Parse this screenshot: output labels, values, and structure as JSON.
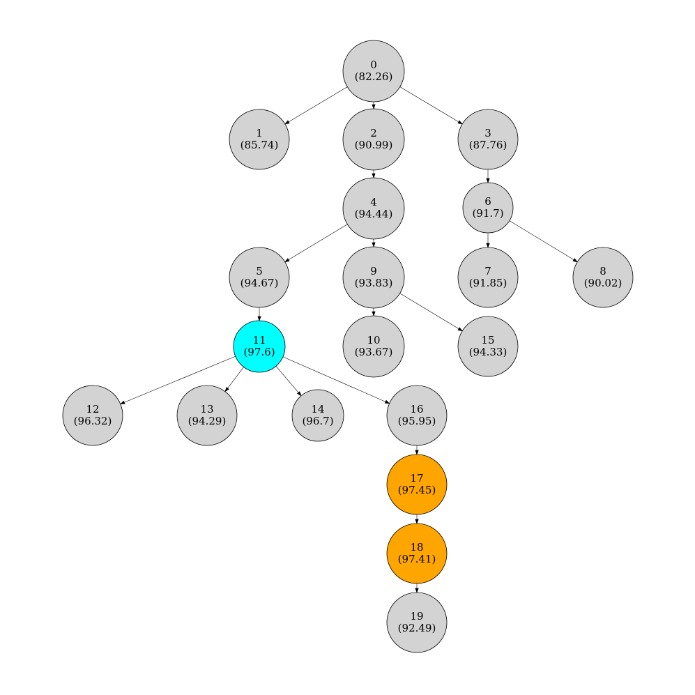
{
  "colors": {
    "default": "#d3d3d3",
    "highlight": "#00ffff",
    "path": "#ffa500"
  },
  "nodes": [
    {
      "id": "0",
      "value": "(82.26)",
      "color": "default"
    },
    {
      "id": "1",
      "value": "(85.74)",
      "color": "default"
    },
    {
      "id": "2",
      "value": "(90.99)",
      "color": "default"
    },
    {
      "id": "3",
      "value": "(87.76)",
      "color": "default"
    },
    {
      "id": "4",
      "value": "(94.44)",
      "color": "default"
    },
    {
      "id": "5",
      "value": "(94.67)",
      "color": "default"
    },
    {
      "id": "6",
      "value": "(91.7)",
      "color": "default"
    },
    {
      "id": "7",
      "value": "(91.85)",
      "color": "default"
    },
    {
      "id": "8",
      "value": "(90.02)",
      "color": "default"
    },
    {
      "id": "9",
      "value": "(93.83)",
      "color": "default"
    },
    {
      "id": "10",
      "value": "(93.67)",
      "color": "default"
    },
    {
      "id": "11",
      "value": "(97.6)",
      "color": "highlight"
    },
    {
      "id": "12",
      "value": "(96.32)",
      "color": "default"
    },
    {
      "id": "13",
      "value": "(94.29)",
      "color": "default"
    },
    {
      "id": "14",
      "value": "(96.7)",
      "color": "default"
    },
    {
      "id": "15",
      "value": "(94.33)",
      "color": "default"
    },
    {
      "id": "16",
      "value": "(95.95)",
      "color": "default"
    },
    {
      "id": "17",
      "value": "(97.45)",
      "color": "path"
    },
    {
      "id": "18",
      "value": "(97.41)",
      "color": "path"
    },
    {
      "id": "19",
      "value": "(92.49)",
      "color": "default"
    }
  ],
  "edges": [
    {
      "from": "0",
      "to": "1"
    },
    {
      "from": "0",
      "to": "2"
    },
    {
      "from": "0",
      "to": "3"
    },
    {
      "from": "2",
      "to": "4"
    },
    {
      "from": "3",
      "to": "6"
    },
    {
      "from": "4",
      "to": "5"
    },
    {
      "from": "4",
      "to": "9"
    },
    {
      "from": "6",
      "to": "7"
    },
    {
      "from": "6",
      "to": "8"
    },
    {
      "from": "5",
      "to": "11"
    },
    {
      "from": "9",
      "to": "10"
    },
    {
      "from": "9",
      "to": "15"
    },
    {
      "from": "11",
      "to": "12"
    },
    {
      "from": "11",
      "to": "13"
    },
    {
      "from": "11",
      "to": "14"
    },
    {
      "from": "11",
      "to": "16"
    },
    {
      "from": "16",
      "to": "17"
    },
    {
      "from": "17",
      "to": "18"
    },
    {
      "from": "18",
      "to": "19"
    }
  ]
}
